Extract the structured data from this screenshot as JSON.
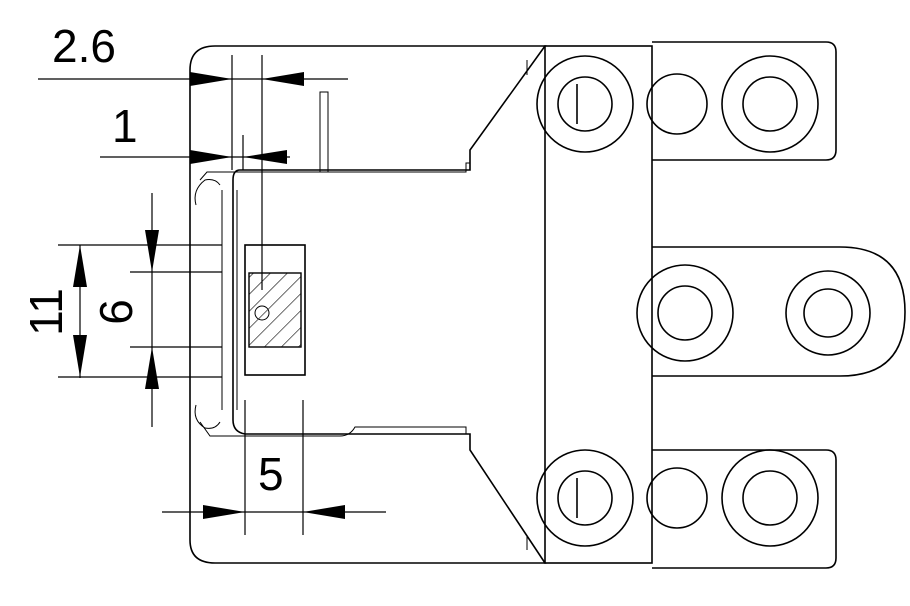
{
  "dimensions": {
    "d_2_6": "2.6",
    "d_1": "1",
    "d_11": "11",
    "d_6": "6",
    "d_5": "5"
  }
}
